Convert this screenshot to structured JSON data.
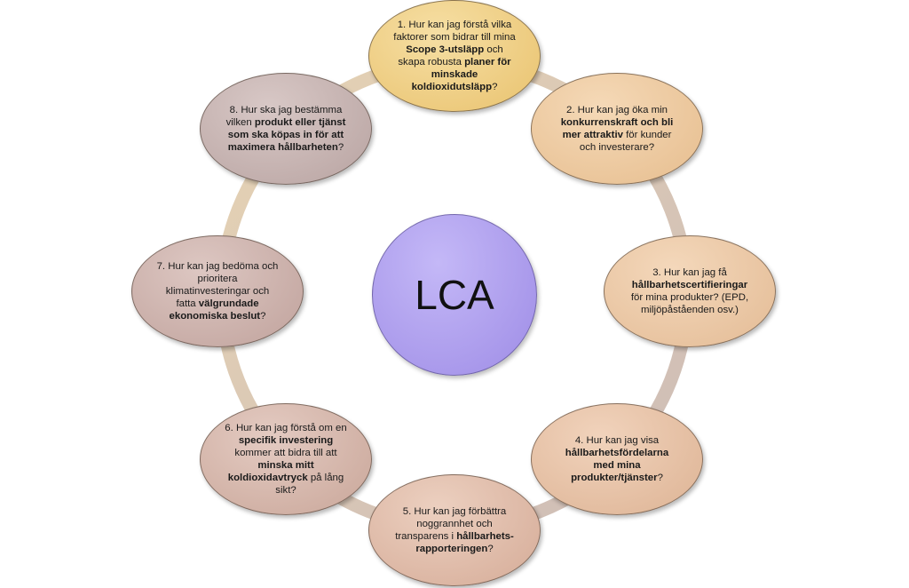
{
  "center": {
    "label": "LCA",
    "color_top": "#c4b8f7",
    "color_bottom": "#9e8ce6"
  },
  "ring": {
    "color": "#d9cfc3"
  },
  "nodes": [
    {
      "id": "node-1",
      "color_top": "#f6dfa4",
      "color_bottom": "#e9c26e",
      "segments": [
        {
          "t": "1. Hur kan jag förstå vilka faktorer som bidrar till mina ",
          "b": false
        },
        {
          "t": "Scope 3-utsläpp",
          "b": true
        },
        {
          "t": " och skapa robusta ",
          "b": false
        },
        {
          "t": "planer för minskade koldioxidutsläpp",
          "b": true
        },
        {
          "t": "?",
          "b": false
        }
      ]
    },
    {
      "id": "node-2",
      "color_top": "#f5d9b7",
      "color_bottom": "#e6bd8e",
      "segments": [
        {
          "t": "2. Hur kan jag öka min ",
          "b": false
        },
        {
          "t": "konkurrenskraft och bli mer attraktiv",
          "b": true
        },
        {
          "t": " för kunder och investerare?",
          "b": false
        }
      ]
    },
    {
      "id": "node-3",
      "color_top": "#f4d8bb",
      "color_bottom": "#e3bb95",
      "segments": [
        {
          "t": "3. Hur kan jag få ",
          "b": false
        },
        {
          "t": "hållbarhetscertifieringar",
          "b": true
        },
        {
          "t": " för mina produkter? (EPD, miljöpåståenden osv.)",
          "b": false
        }
      ]
    },
    {
      "id": "node-4",
      "color_top": "#f1d3bc",
      "color_bottom": "#ddb394",
      "segments": [
        {
          "t": "4. Hur kan jag visa ",
          "b": false
        },
        {
          "t": "hållbarhetsfördelarna med mina produkter/tjänster",
          "b": true
        },
        {
          "t": "?",
          "b": false
        }
      ]
    },
    {
      "id": "node-5",
      "color_top": "#ecd0c0",
      "color_bottom": "#d5ab97",
      "segments": [
        {
          "t": "5. Hur kan jag förbättra noggrannhet och transparens i ",
          "b": false
        },
        {
          "t": "hållbarhets-rapporteringen",
          "b": true
        },
        {
          "t": "?",
          "b": false
        }
      ]
    },
    {
      "id": "node-6",
      "color_top": "#e4cbc2",
      "color_bottom": "#c9a699",
      "segments": [
        {
          "t": "6. Hur kan jag förstå om en ",
          "b": false
        },
        {
          "t": "specifik investering",
          "b": true
        },
        {
          "t": " kommer att bidra till att ",
          "b": false
        },
        {
          "t": "minska mitt koldioxidavtryck",
          "b": true
        },
        {
          "t": " på lång sikt?",
          "b": false
        }
      ]
    },
    {
      "id": "node-7",
      "color_top": "#ddc7c2",
      "color_bottom": "#c0a29c",
      "segments": [
        {
          "t": "7. Hur kan jag bedöma och prioritera klimatinvesteringar och fatta ",
          "b": false
        },
        {
          "t": "välgrundade ekonomiska beslut",
          "b": true
        },
        {
          "t": "?",
          "b": false
        }
      ]
    },
    {
      "id": "node-8",
      "color_top": "#d8c8c6",
      "color_bottom": "#b8a3a1",
      "segments": [
        {
          "t": "8. Hur ska jag bestämma vilken ",
          "b": false
        },
        {
          "t": "produkt eller tjänst som ska köpas in för att maximera hållbarheten",
          "b": true
        },
        {
          "t": "?",
          "b": false
        }
      ]
    }
  ]
}
